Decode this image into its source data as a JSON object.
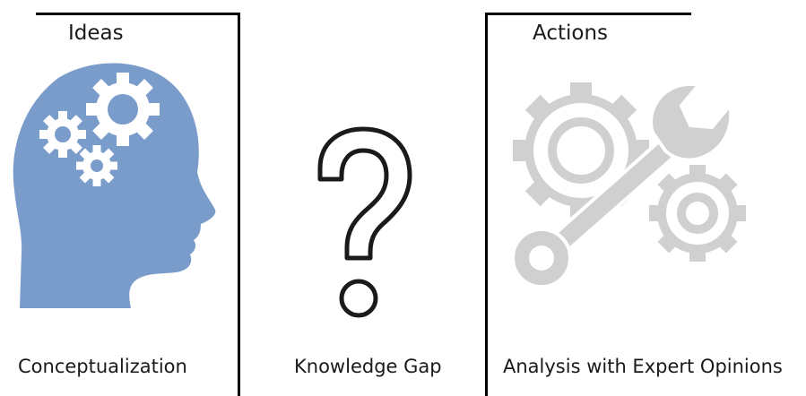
{
  "panels": {
    "ideas": {
      "heading": "Ideas",
      "caption": "Conceptualization",
      "icon": "head-with-gears-icon",
      "color": "#7A9CCB"
    },
    "gap": {
      "caption": "Knowledge Gap",
      "icon": "question-mark-icon"
    },
    "actions": {
      "heading": "Actions",
      "caption": "Analysis with Expert Opinions",
      "icon": "gears-and-wrench-icon",
      "color": "#D0D0D0"
    }
  }
}
